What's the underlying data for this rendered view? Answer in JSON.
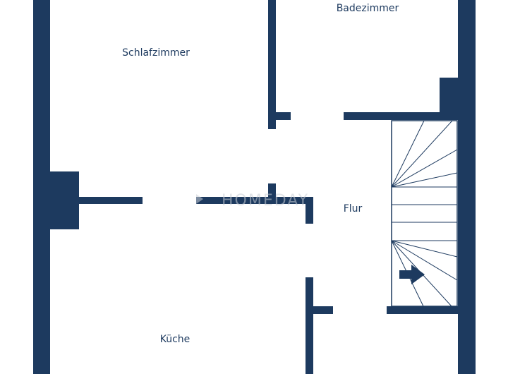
{
  "rooms": {
    "badezimmer": "Badezimmer",
    "schlafzimmer": "Schlafzimmer",
    "flur": "Flur",
    "kueche": "Küche"
  },
  "watermark": "HOMEDAY",
  "colors": {
    "wall": "#1d3a5f",
    "background": "#ffffff",
    "watermark": "#c9ced6"
  }
}
